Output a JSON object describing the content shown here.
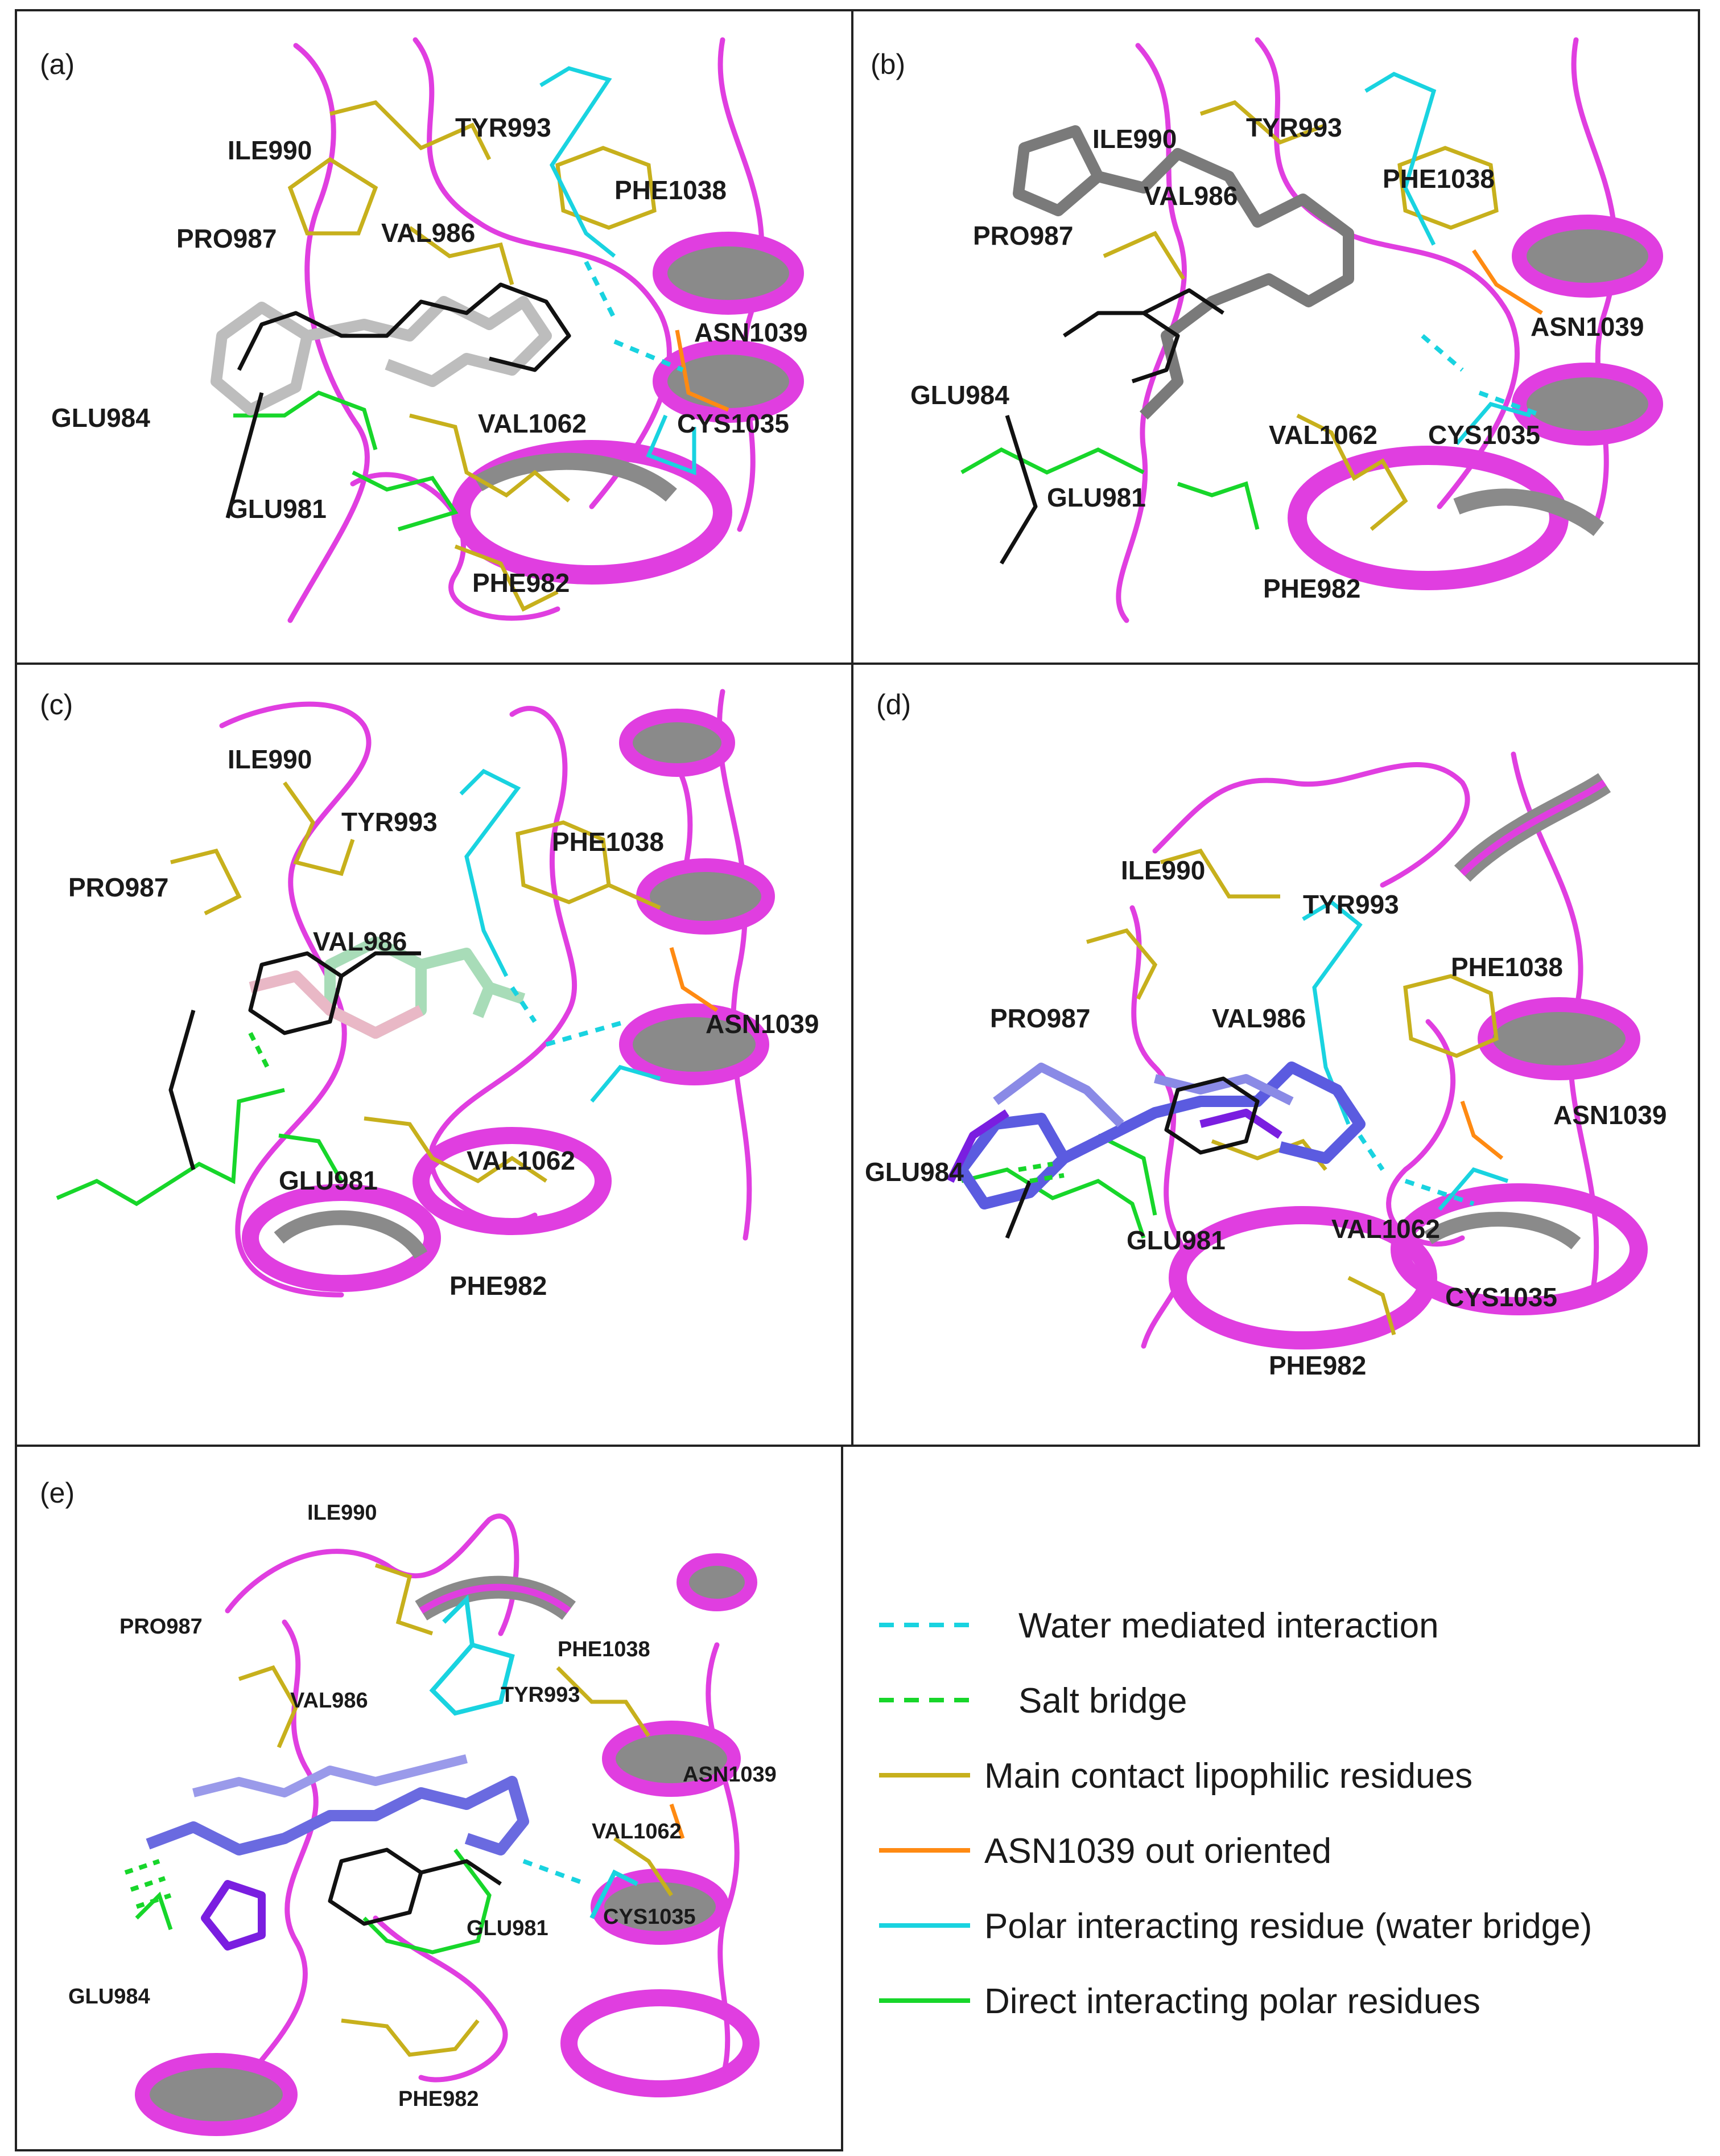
{
  "panels": [
    {
      "id": "a",
      "label": "(a)",
      "residues": [
        "ILE990",
        "TYR993",
        "PHE1038",
        "PRO987",
        "VAL986",
        "ASN1039",
        "GLU984",
        "VAL1062",
        "CYS1035",
        "GLU981",
        "PHE982"
      ]
    },
    {
      "id": "b",
      "label": "(b)",
      "residues": [
        "ILE990",
        "TYR993",
        "PHE1038",
        "VAL986",
        "PRO987",
        "ASN1039",
        "GLU984",
        "VAL1062",
        "CYS1035",
        "GLU981",
        "PHE982"
      ]
    },
    {
      "id": "c",
      "label": "(c)",
      "residues": [
        "ILE990",
        "TYR993",
        "PHE1038",
        "PRO987",
        "VAL986",
        "ASN1039",
        "VAL1062",
        "GLU981",
        "PHE982"
      ]
    },
    {
      "id": "d",
      "label": "(d)",
      "residues": [
        "ILE990",
        "TYR993",
        "PHE1038",
        "PRO987",
        "VAL986",
        "ASN1039",
        "GLU984",
        "VAL1062",
        "GLU981",
        "CYS1035",
        "PHE982"
      ]
    },
    {
      "id": "e",
      "label": "(e)",
      "residues": [
        "ILE990",
        "PHE1038",
        "PRO987",
        "TYR993",
        "VAL986",
        "ASN1039",
        "VAL1062",
        "CYS1035",
        "GLU981",
        "GLU984",
        "PHE982"
      ]
    }
  ],
  "legend": [
    {
      "label": "Water mediated interaction",
      "color": "#19d3e0",
      "style": "dashed"
    },
    {
      "label": "Salt bridge",
      "color": "#17d62a",
      "style": "dashed"
    },
    {
      "label": "Main contact lipophilic residues",
      "color": "#c7b01c",
      "style": "solid"
    },
    {
      "label": "ASN1039 out oriented",
      "color": "#ff8a12",
      "style": "solid"
    },
    {
      "label": "Polar interacting residue (water bridge)",
      "color": "#19d3e0",
      "style": "solid"
    },
    {
      "label": "Direct interacting polar residues",
      "color": "#17d62a",
      "style": "solid"
    }
  ],
  "colors": {
    "ribbon": "#e03ee0",
    "helix_inner": "#8a8a8a",
    "lipophilic": "#c7b01c",
    "polar_water": "#19d3e0",
    "polar_direct": "#17d62a",
    "asn_out": "#ff8a12",
    "ligand_ref": "#111111"
  }
}
